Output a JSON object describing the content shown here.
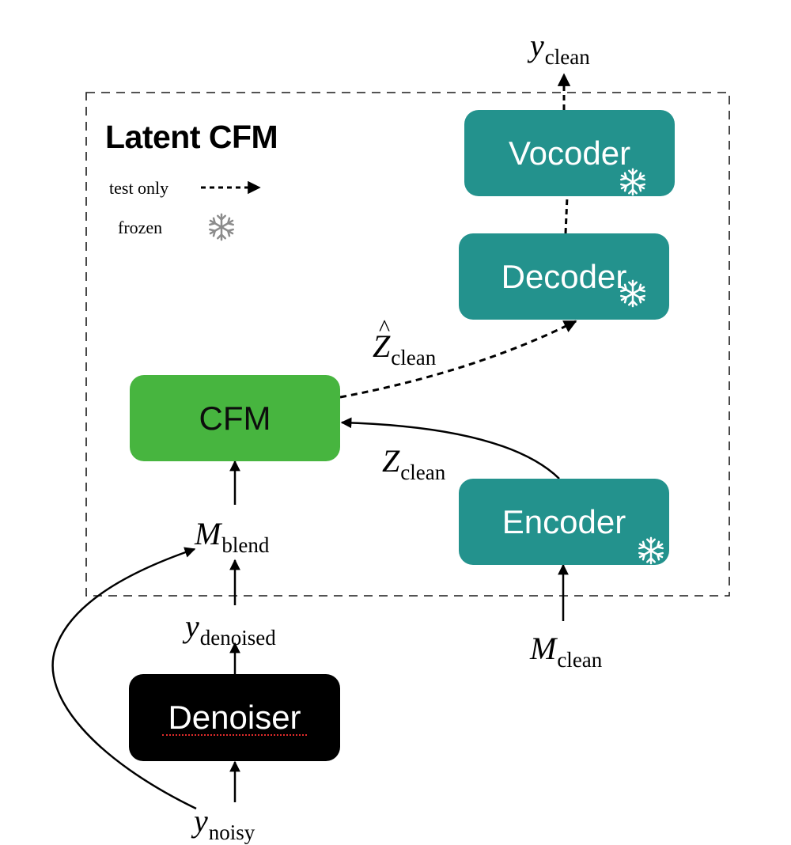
{
  "diagram": {
    "title": "Latent CFM",
    "legend": {
      "test_only": {
        "label": "test only",
        "icon": "dashed-arrow-icon"
      },
      "frozen": {
        "label": "frozen",
        "icon": "snowflake-icon"
      }
    },
    "colors": {
      "frozen_module": "#23928d",
      "trainable_module": "#47b53f",
      "pretrained_module": "#000000",
      "legend_snowflake": "#8c8c8c"
    },
    "modules": {
      "vocoder": {
        "label": "Vocoder",
        "frozen": true
      },
      "decoder": {
        "label": "Decoder",
        "frozen": true
      },
      "encoder": {
        "label": "Encoder",
        "frozen": true
      },
      "cfm": {
        "label": "CFM",
        "frozen": false
      },
      "denoiser": {
        "label": "Denoiser",
        "frozen": false
      }
    },
    "variables": {
      "y_clean": {
        "main": "y",
        "sub": "clean"
      },
      "z_hat_clean": {
        "main": "Z",
        "sub": "clean"
      },
      "z_clean": {
        "main": "Z",
        "sub": "clean"
      },
      "m_blend": {
        "main": "M",
        "sub": "blend"
      },
      "y_denoised": {
        "main": "y",
        "sub": "denoised"
      },
      "m_clean": {
        "main": "M",
        "sub": "clean"
      },
      "y_noisy": {
        "main": "y",
        "sub": "noisy"
      }
    },
    "edges": [
      {
        "from": "vocoder",
        "to": "y_clean",
        "style": "dashed"
      },
      {
        "from": "decoder",
        "to": "vocoder",
        "style": "dashed"
      },
      {
        "from": "cfm",
        "to": "decoder",
        "style": "dashed",
        "label": "z_hat_clean"
      },
      {
        "from": "encoder",
        "to": "cfm",
        "style": "solid",
        "label": "z_clean"
      },
      {
        "from": "m_clean",
        "to": "encoder",
        "style": "solid"
      },
      {
        "from": "m_blend",
        "to": "cfm",
        "style": "solid"
      },
      {
        "from": "y_denoised",
        "to": "m_blend",
        "style": "solid"
      },
      {
        "from": "denoiser",
        "to": "y_denoised",
        "style": "solid"
      },
      {
        "from": "y_noisy",
        "to": "denoiser",
        "style": "solid"
      },
      {
        "from": "y_noisy",
        "to": "m_blend",
        "style": "solid"
      }
    ]
  }
}
